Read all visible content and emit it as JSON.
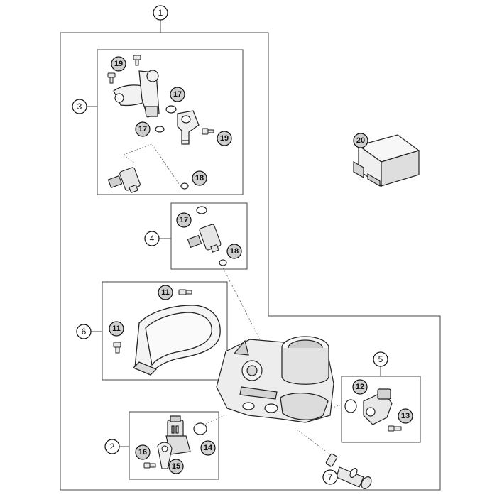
{
  "diagram": {
    "callouts": {
      "c1": "1",
      "c2": "2",
      "c3": "3",
      "c4": "4",
      "c5": "5",
      "c6": "6",
      "c7": "7",
      "c11a": "11",
      "c11b": "11",
      "c12": "12",
      "c13": "13",
      "c14": "14",
      "c15": "15",
      "c16": "16",
      "c17a": "17",
      "c17b": "17",
      "c17c": "17",
      "c18a": "18",
      "c18b": "18",
      "c19a": "19",
      "c19b": "19",
      "c20": "20"
    }
  }
}
